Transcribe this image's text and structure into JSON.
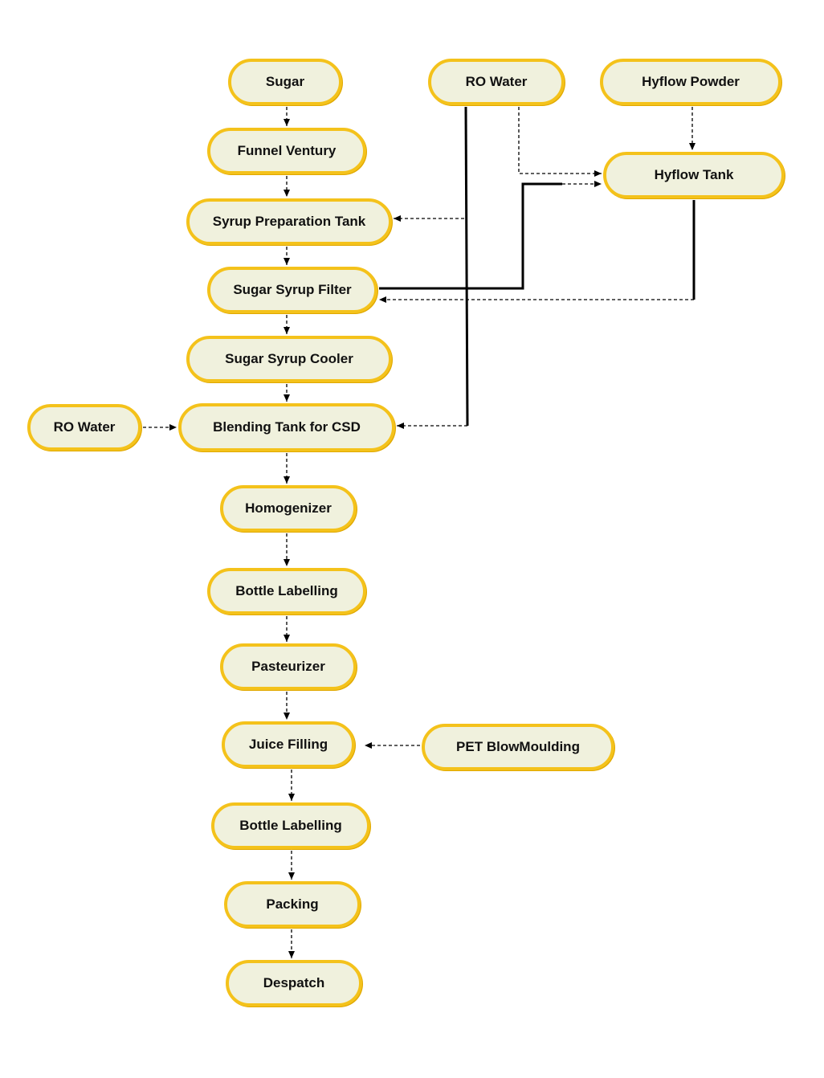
{
  "nodes": {
    "sugar": "Sugar",
    "ro_water_top": "RO Water",
    "hyflow_powder": "Hyflow Powder",
    "funnel_ventury": "Funnel Ventury",
    "hyflow_tank": "Hyflow Tank",
    "syrup_preparation_tank": "Syrup Preparation Tank",
    "sugar_syrup_filter": "Sugar Syrup Filter",
    "sugar_syrup_cooler": "Sugar Syrup Cooler",
    "ro_water_left": "RO Water",
    "blending_tank": "Blending Tank for CSD",
    "homogenizer": "Homogenizer",
    "bottle_labelling_1": "Bottle Labelling",
    "pasteurizer": "Pasteurizer",
    "juice_filling": "Juice Filling",
    "pet_blowmoulding": "PET BlowMoulding",
    "bottle_labelling_2": "Bottle Labelling",
    "packing": "Packing",
    "despatch": "Despatch"
  },
  "colors": {
    "node_fill": "#f0f1dd",
    "node_border": "#f4c21b",
    "line": "#000000"
  }
}
